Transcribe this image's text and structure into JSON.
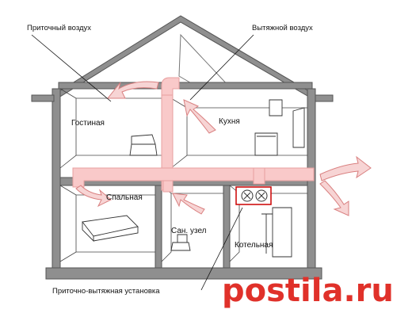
{
  "labels": {
    "supply_air": "Приточный воздух",
    "exhaust_air": "Вытяжной воздух",
    "unit": "Приточно-вытяжная установка"
  },
  "rooms": {
    "living": "Гостиная",
    "kitchen": "Кухня",
    "bedroom": "Спальная",
    "bathroom": "Сан. узел",
    "boiler": "Котельная"
  },
  "watermark": {
    "text": "postila.ru",
    "color": "#e0312a"
  },
  "colors": {
    "duct_fill": "#f9c9c9",
    "duct_stroke": "#e8a0a0",
    "arrow_fill": "#f7d4d4",
    "arrow_stroke": "#d98080",
    "wall": "#9a9a9a"
  }
}
